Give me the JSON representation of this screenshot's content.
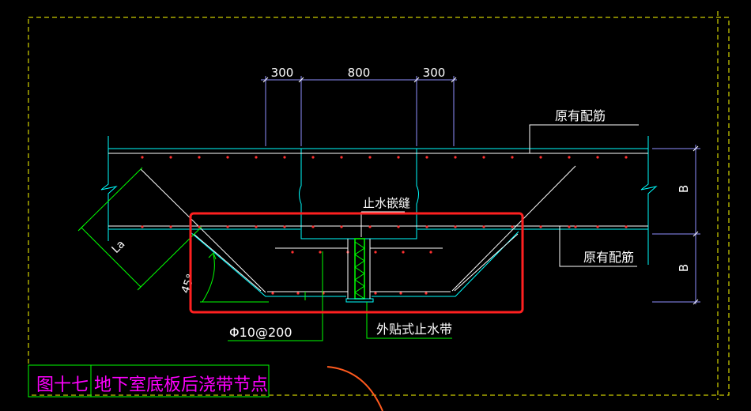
{
  "drawing": {
    "dimensions": {
      "left": "300",
      "middle": "800",
      "right": "300"
    },
    "labels": {
      "existing_rebar_top": "原有配筋",
      "existing_rebar_bottom": "原有配筋",
      "waterstop_seam": "止水嵌缝",
      "external_waterstop": "外贴式止水带",
      "rebar_spec": "Φ10@200",
      "lap_length": "La",
      "angle": "45°",
      "thickness_top": "B",
      "thickness_bottom": "B"
    },
    "title": "图十七  地下室底板后浇带节点"
  },
  "colors": {
    "background": "#000000",
    "frame": "#ffff00",
    "concrete": "#00ffff",
    "rebar": "#ffffff",
    "rebar_dot": "#ff3030",
    "dimension": "#9090ff",
    "lap_dim": "#00ff00",
    "title": "#ff00ff",
    "highlight": "#ff2020",
    "waterstop": "#00ff00"
  }
}
